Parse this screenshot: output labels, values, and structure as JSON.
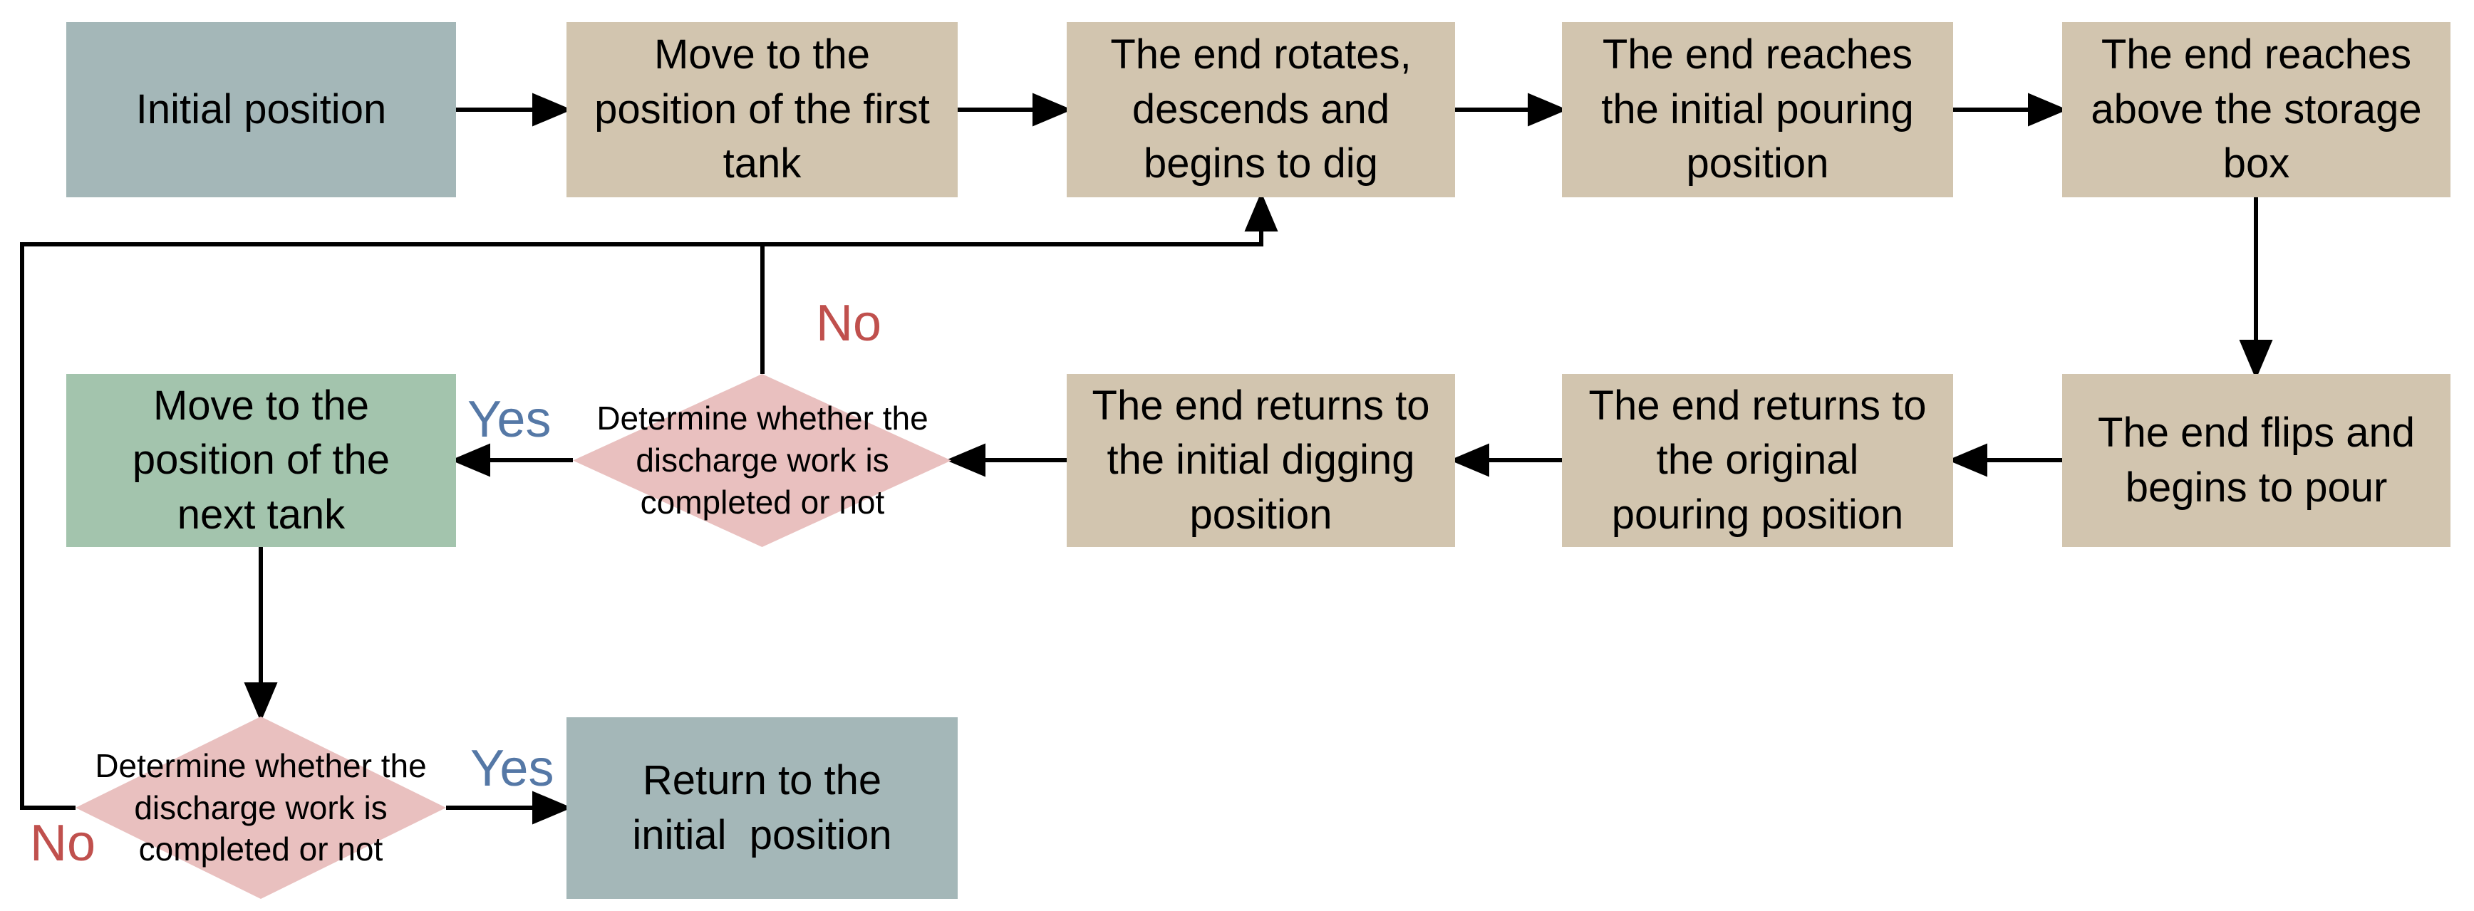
{
  "flowchart": {
    "nodes": {
      "initial": {
        "label": "Initial position",
        "color": "#a4b7b8"
      },
      "move_first": {
        "label": "Move to the\nposition of the first\ntank",
        "color": "#d2c5af"
      },
      "rotates": {
        "label": "The end rotates,\ndescends and\nbegins to dig",
        "color": "#d2c5af"
      },
      "reach_pour": {
        "label": "The end reaches\nthe initial pouring\nposition",
        "color": "#d2c5af"
      },
      "reach_storage": {
        "label": "The end reaches\nabove the storage\nbox",
        "color": "#d2c5af"
      },
      "move_next": {
        "label": "Move to the\nposition of the\nnext tank",
        "color": "#a3c4ad"
      },
      "decision1": {
        "label": "Determine whether the\ndischarge work is\ncompleted or not",
        "color": "#e9c0bf"
      },
      "returns_digging": {
        "label": "The end returns to\nthe initial digging\nposition",
        "color": "#d2c5af"
      },
      "returns_pouring": {
        "label": "The end returns to\nthe original\npouring position",
        "color": "#d2c5af"
      },
      "flips": {
        "label": "The end flips and\nbegins to pour",
        "color": "#d2c5af"
      },
      "decision2": {
        "label": "Determine whether the\ndischarge work is\ncompleted or not",
        "color": "#e9c0bf"
      },
      "return_initial": {
        "label": "Return to the\ninitial  position",
        "color": "#a4b7b8"
      }
    },
    "edge_labels": {
      "decision1_no": "No",
      "decision1_yes": "Yes",
      "decision2_no": "No",
      "decision2_yes": "Yes"
    },
    "colors": {
      "process_box": "#d2c5af",
      "terminal_box": "#a4b7b8",
      "alternate_box": "#a3c4ad",
      "decision_diamond": "#e9c0bf",
      "yes_label": "#5578a6",
      "no_label": "#c0504d",
      "connector": "#000000"
    }
  }
}
